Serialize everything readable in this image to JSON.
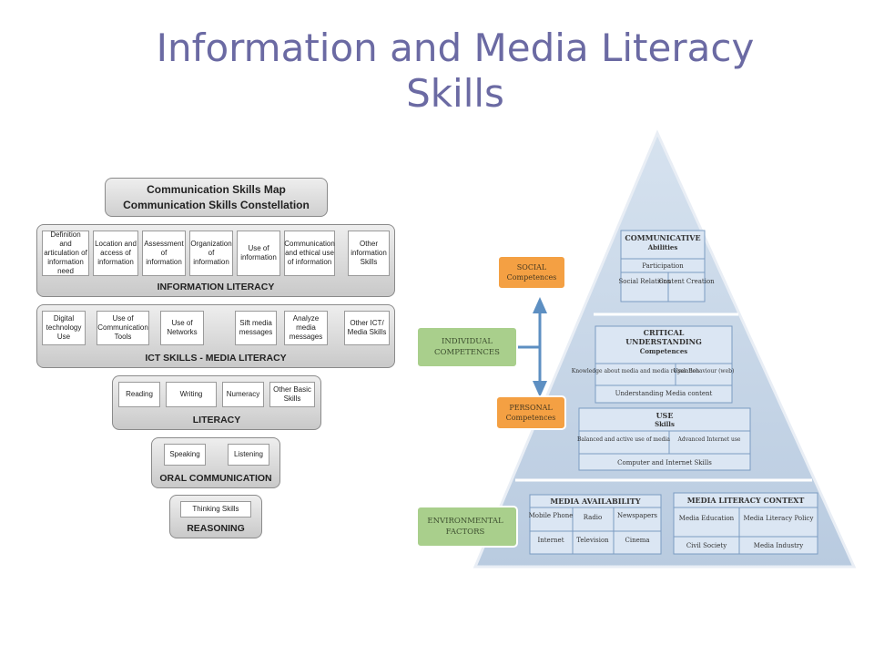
{
  "title": {
    "line1": "Information and Media  Literacy",
    "line2": "Skills"
  },
  "skills_map": {
    "header_line1": "Communication Skills Map",
    "header_line2": "Communication Skills Constellation",
    "levels": [
      {
        "label": "INFORMATION LITERACY",
        "items": [
          "Definition and articulation of information need",
          "Location and access of information",
          "Assessment of information",
          "Organization of information",
          "Use of information",
          "Communication and ethical use of information",
          "Other information Skills"
        ]
      },
      {
        "label": "ICT SKILLS - MEDIA LITERACY",
        "items": [
          "Digital technology Use",
          "Use of Communication Tools",
          "Use of Networks",
          "Sift media messages",
          "Analyze media messages",
          "Other ICT/ Media Skills"
        ]
      },
      {
        "label": "LITERACY",
        "items": [
          "Reading",
          "Writing",
          "Numeracy",
          "Other Basic Skills"
        ]
      },
      {
        "label": "ORAL COMMUNICATION",
        "items": [
          "Speaking",
          "Listening"
        ]
      },
      {
        "label": "REASONING",
        "items": [
          "Thinking Skills"
        ]
      }
    ]
  },
  "pyramid": {
    "side_labels": {
      "social": [
        "SOCIAL",
        "Competences"
      ],
      "individual": [
        "INDIVIDUAL",
        "COMPETENCES"
      ],
      "personal": [
        "PERSONAL",
        "Competences"
      ],
      "environmental": [
        "ENVIRONMENTAL",
        "FACTORS"
      ]
    },
    "communicative": {
      "title": "COMMUNICATIVE",
      "subtitle": "Abilities",
      "row1": "Participation",
      "cells": [
        "Social Relations",
        "Content Creation"
      ]
    },
    "critical": {
      "title": "CRITICAL",
      "title2": "UNDERSTANDING",
      "subtitle": "Competences",
      "cells": [
        "Knowledge about media and media regulation",
        "User Behaviour (web)"
      ],
      "row2": "Understanding Media content"
    },
    "use": {
      "title": "USE",
      "subtitle": "Skills",
      "cells": [
        "Balanced and active use of media",
        "Advanced Internet use"
      ],
      "row2": "Computer and Internet Skills"
    },
    "availability": {
      "title": "MEDIA AVAILABILITY",
      "row1": [
        "Mobile Phone",
        "Radio",
        "Newspapers"
      ],
      "row2": [
        "Internet",
        "Television",
        "Cinema"
      ]
    },
    "context": {
      "title": "MEDIA LITERACY CONTEXT",
      "row1": [
        "Media Education",
        "Media Literacy Policy"
      ],
      "row2": [
        "Civil Society",
        "Media Industry"
      ]
    }
  },
  "colors": {
    "title": "#6b6aa3",
    "pyramid": "#c7d6e8",
    "box": "#dbe6f3",
    "orange": "#f4a043",
    "green": "#a9cf8c",
    "arrow": "#5d8fc2"
  }
}
